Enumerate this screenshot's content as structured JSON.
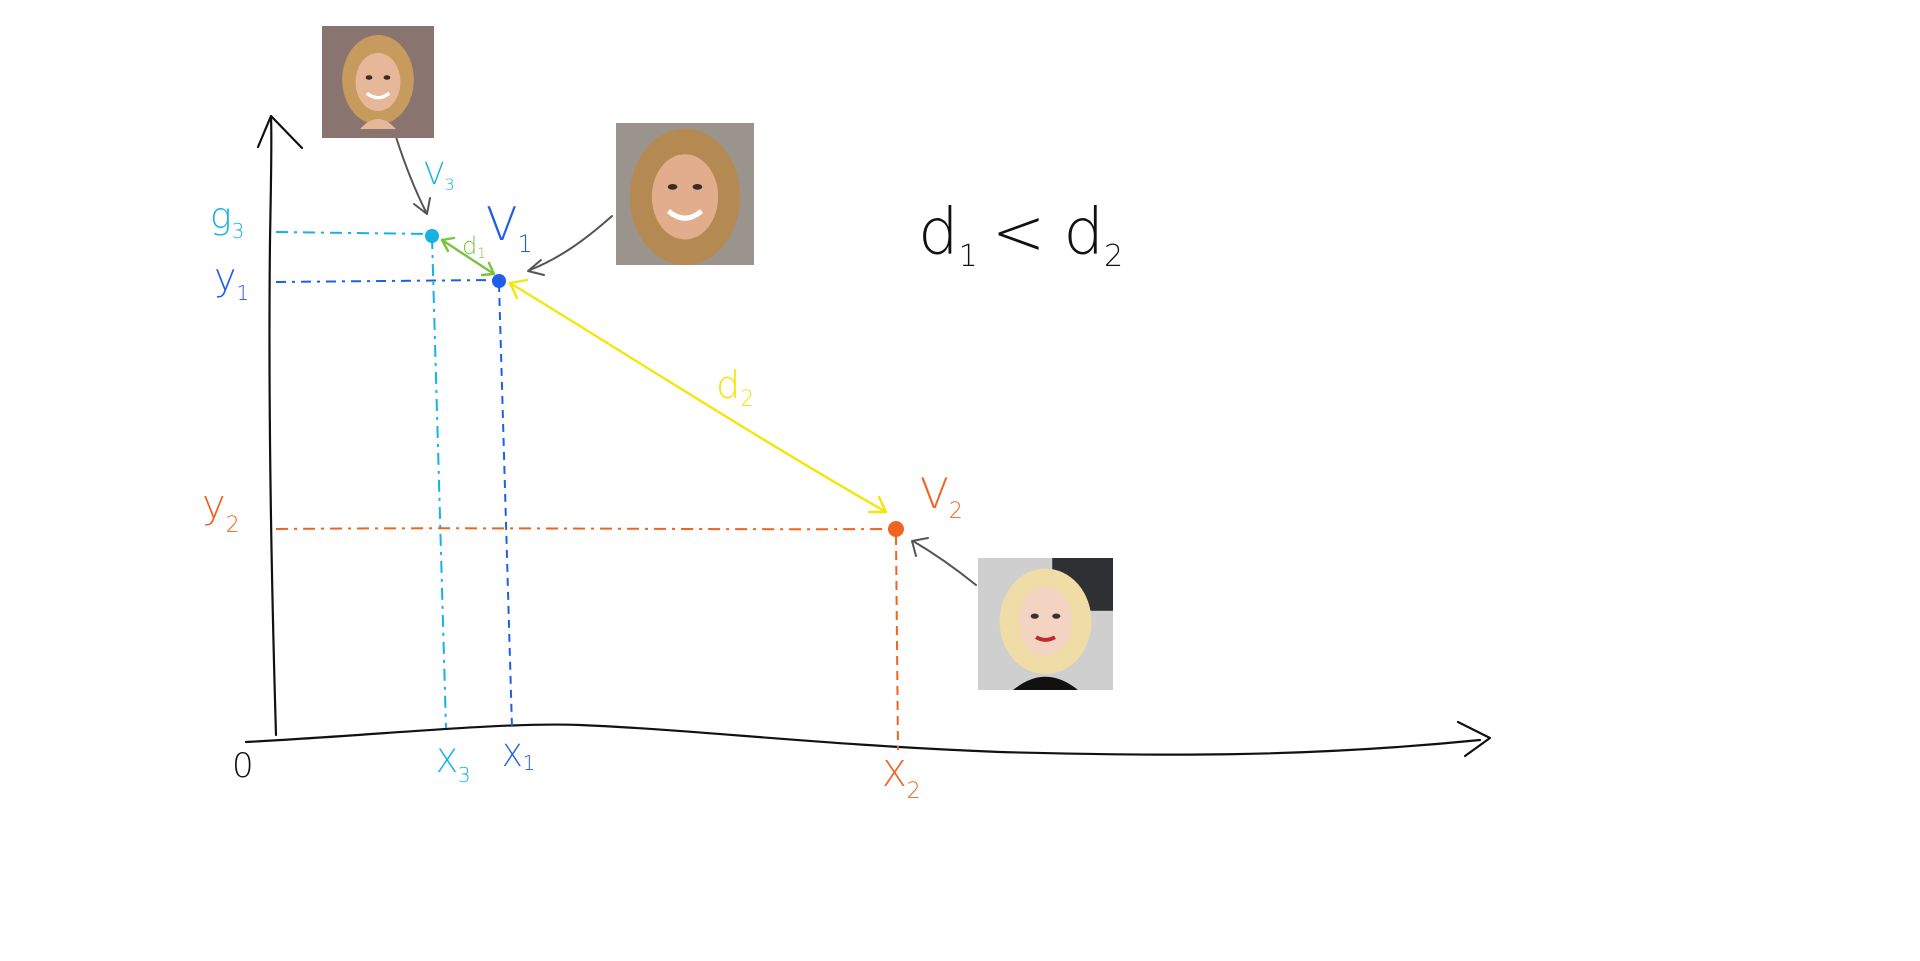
{
  "diagram": {
    "origin_label": "0",
    "points": [
      {
        "id": "v1",
        "label": "V",
        "subscript": "1",
        "color": "#1f5ee8",
        "x_label": "X",
        "x_sub": "1",
        "y_label": "y",
        "y_sub": "1"
      },
      {
        "id": "v2",
        "label": "V",
        "subscript": "2",
        "color": "#f26322",
        "x_label": "X",
        "x_sub": "2",
        "y_label": "y",
        "y_sub": "2"
      },
      {
        "id": "v3",
        "label": "V",
        "subscript": "3",
        "color": "#16b2e6",
        "x_label": "X",
        "x_sub": "3",
        "y_label": "g",
        "y_sub": "3"
      }
    ],
    "distances": [
      {
        "id": "d1",
        "label": "d",
        "subscript": "1",
        "color": "#7cc242"
      },
      {
        "id": "d2",
        "label": "d",
        "subscript": "2",
        "color": "#f5e60a"
      }
    ],
    "inequality": {
      "left": "d",
      "left_sub": "1",
      "op": "<",
      "right": "d",
      "right_sub": "2",
      "color": "#111111"
    },
    "photos": [
      {
        "id": "photo-v3",
        "icon": "face-photo-icon",
        "skin": "#e7b79a",
        "hair": "#c79a5e",
        "bg": "#8a7470"
      },
      {
        "id": "photo-v1",
        "icon": "face-photo-icon",
        "skin": "#e2ad8c",
        "hair": "#b58a52",
        "bg": "#9a948c"
      },
      {
        "id": "photo-v2",
        "icon": "face-photo-icon",
        "skin": "#f3d3c2",
        "hair": "#f0dca6",
        "bg": "#cfcfcf"
      }
    ]
  }
}
